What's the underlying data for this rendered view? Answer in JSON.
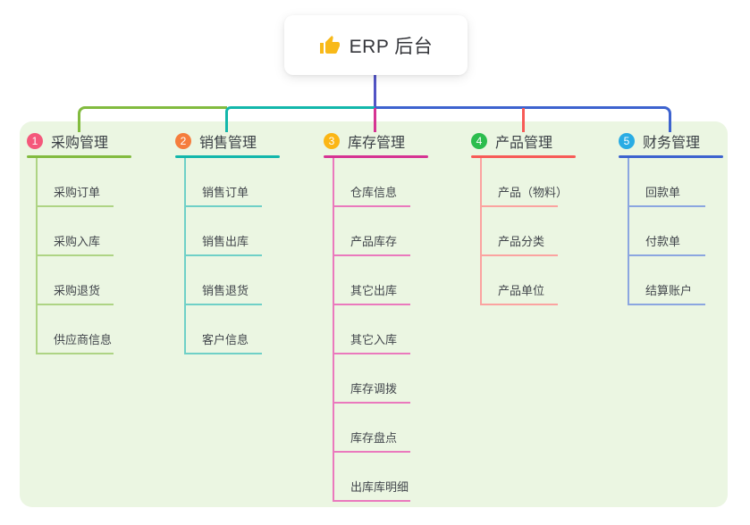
{
  "root": {
    "label": "ERP 后台",
    "icon": "thumbs-up-icon"
  },
  "palette": {
    "page_bg": "#ffffff",
    "panel_bg": "#ebf6e2",
    "card_bg": "#ffffff",
    "root_line": "#5254c5",
    "icon_color": "#f8b919"
  },
  "branches": [
    {
      "number": "1",
      "name": "采购管理",
      "colors": {
        "badge": "#f4587b",
        "line": "#82bb3f",
        "child": "#aed484"
      },
      "children": [
        "采购订单",
        "采购入库",
        "采购退货",
        "供应商信息"
      ]
    },
    {
      "number": "2",
      "name": "销售管理",
      "colors": {
        "badge": "#f57d3d",
        "line": "#13b7ab",
        "child": "#6fd0c7"
      },
      "children": [
        "销售订单",
        "销售出库",
        "销售退货",
        "客户信息"
      ]
    },
    {
      "number": "3",
      "name": "库存管理",
      "colors": {
        "badge": "#fbb615",
        "line": "#d63493",
        "child": "#ea79bd"
      },
      "children": [
        "仓库信息",
        "产品库存",
        "其它出库",
        "其它入库",
        "库存调拨",
        "库存盘点",
        "出库库明细"
      ]
    },
    {
      "number": "4",
      "name": "产品管理",
      "colors": {
        "badge": "#2cbd4e",
        "line": "#f75b57",
        "child": "#fba3a0"
      },
      "children": [
        "产品（物料）",
        "产品分类",
        "产品单位"
      ]
    },
    {
      "number": "5",
      "name": "财务管理",
      "colors": {
        "badge": "#29ace4",
        "line": "#3d63cf",
        "child": "#8ba6e0"
      },
      "children": [
        "回款单",
        "付款单",
        "结算账户"
      ]
    }
  ]
}
